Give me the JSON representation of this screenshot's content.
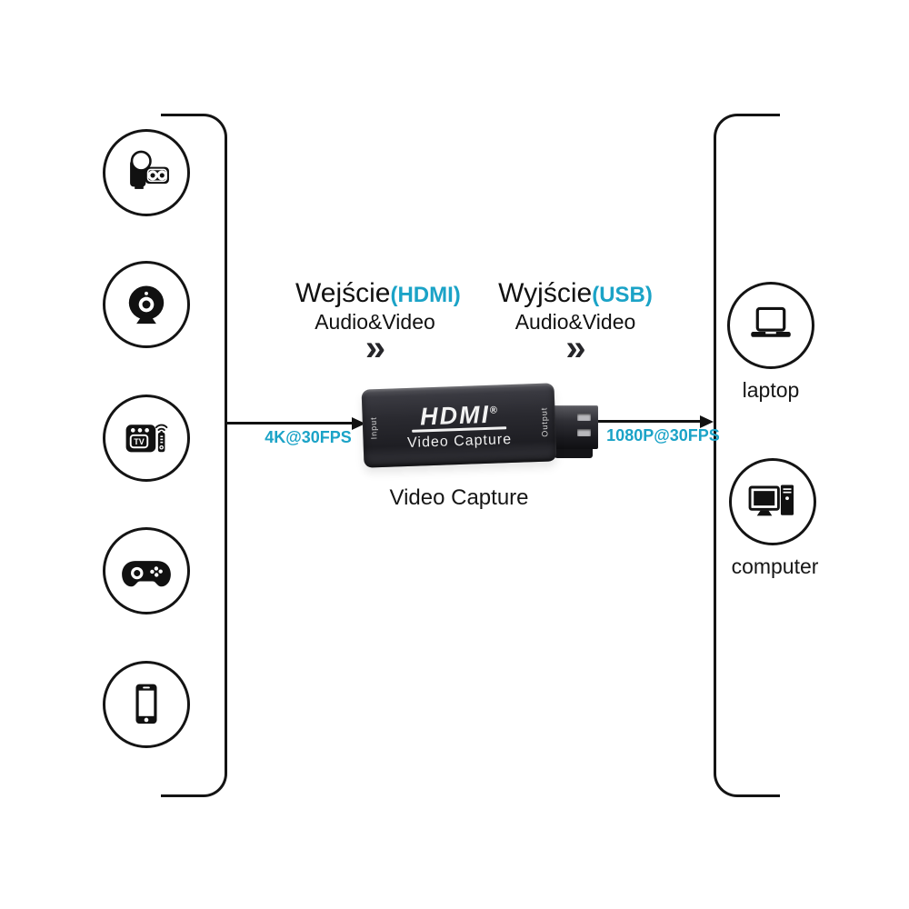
{
  "colors": {
    "accent": "#1ba3c7",
    "ink": "#161616",
    "device_body": "#2a2a2f"
  },
  "flow": {
    "input": {
      "title": "Wejście",
      "connector": "(HDMI)",
      "subtitle": "Audio&Video",
      "chevrons": "»",
      "rate": "4K@30FPS"
    },
    "output": {
      "title": "Wyjście",
      "connector": "(USB)",
      "subtitle": "Audio&Video",
      "chevrons": "»",
      "rate": "1080P@30FPS"
    }
  },
  "device": {
    "brand": "HDMI",
    "reg_mark": "®",
    "face_label": "Video Capture",
    "left_port": "Input",
    "right_port": "Output",
    "caption": "Video Capture"
  },
  "sources": {
    "items": [
      {
        "icon": "camcorder-icon"
      },
      {
        "icon": "webcam-icon"
      },
      {
        "icon": "tv-box-icon"
      },
      {
        "icon": "gamepad-icon"
      },
      {
        "icon": "smartphone-icon"
      }
    ]
  },
  "targets": {
    "items": [
      {
        "icon": "laptop-icon",
        "label": "laptop"
      },
      {
        "icon": "desktop-computer-icon",
        "label": "computer"
      }
    ]
  },
  "tv_icon_text": "TV"
}
